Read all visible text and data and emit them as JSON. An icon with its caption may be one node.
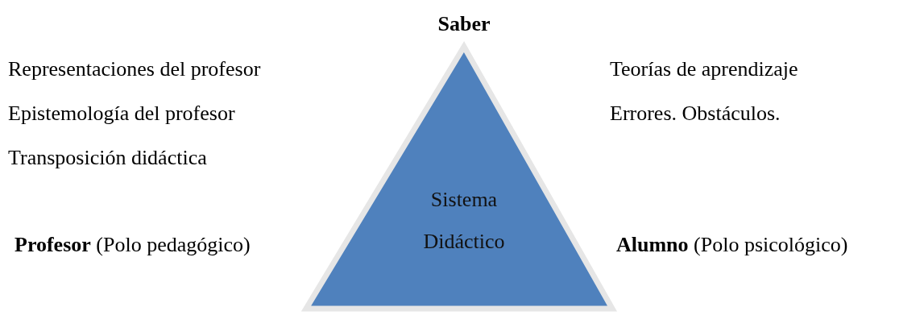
{
  "diagram": {
    "nodes": [
      {
        "text": [
          "Sistema Didáctico"
        ]
      }
    ],
    "labels": [
      "Saber",
      "Representaciones del profesor",
      "Epistemología del profesor",
      "Transposición didáctica",
      "Teorías de aprendizaje",
      "Errores. Obstáculos.",
      "**Profesor** (Polo pedagógico)",
      "**Alumno** (Polo psicológico)"
    ]
  }
}
